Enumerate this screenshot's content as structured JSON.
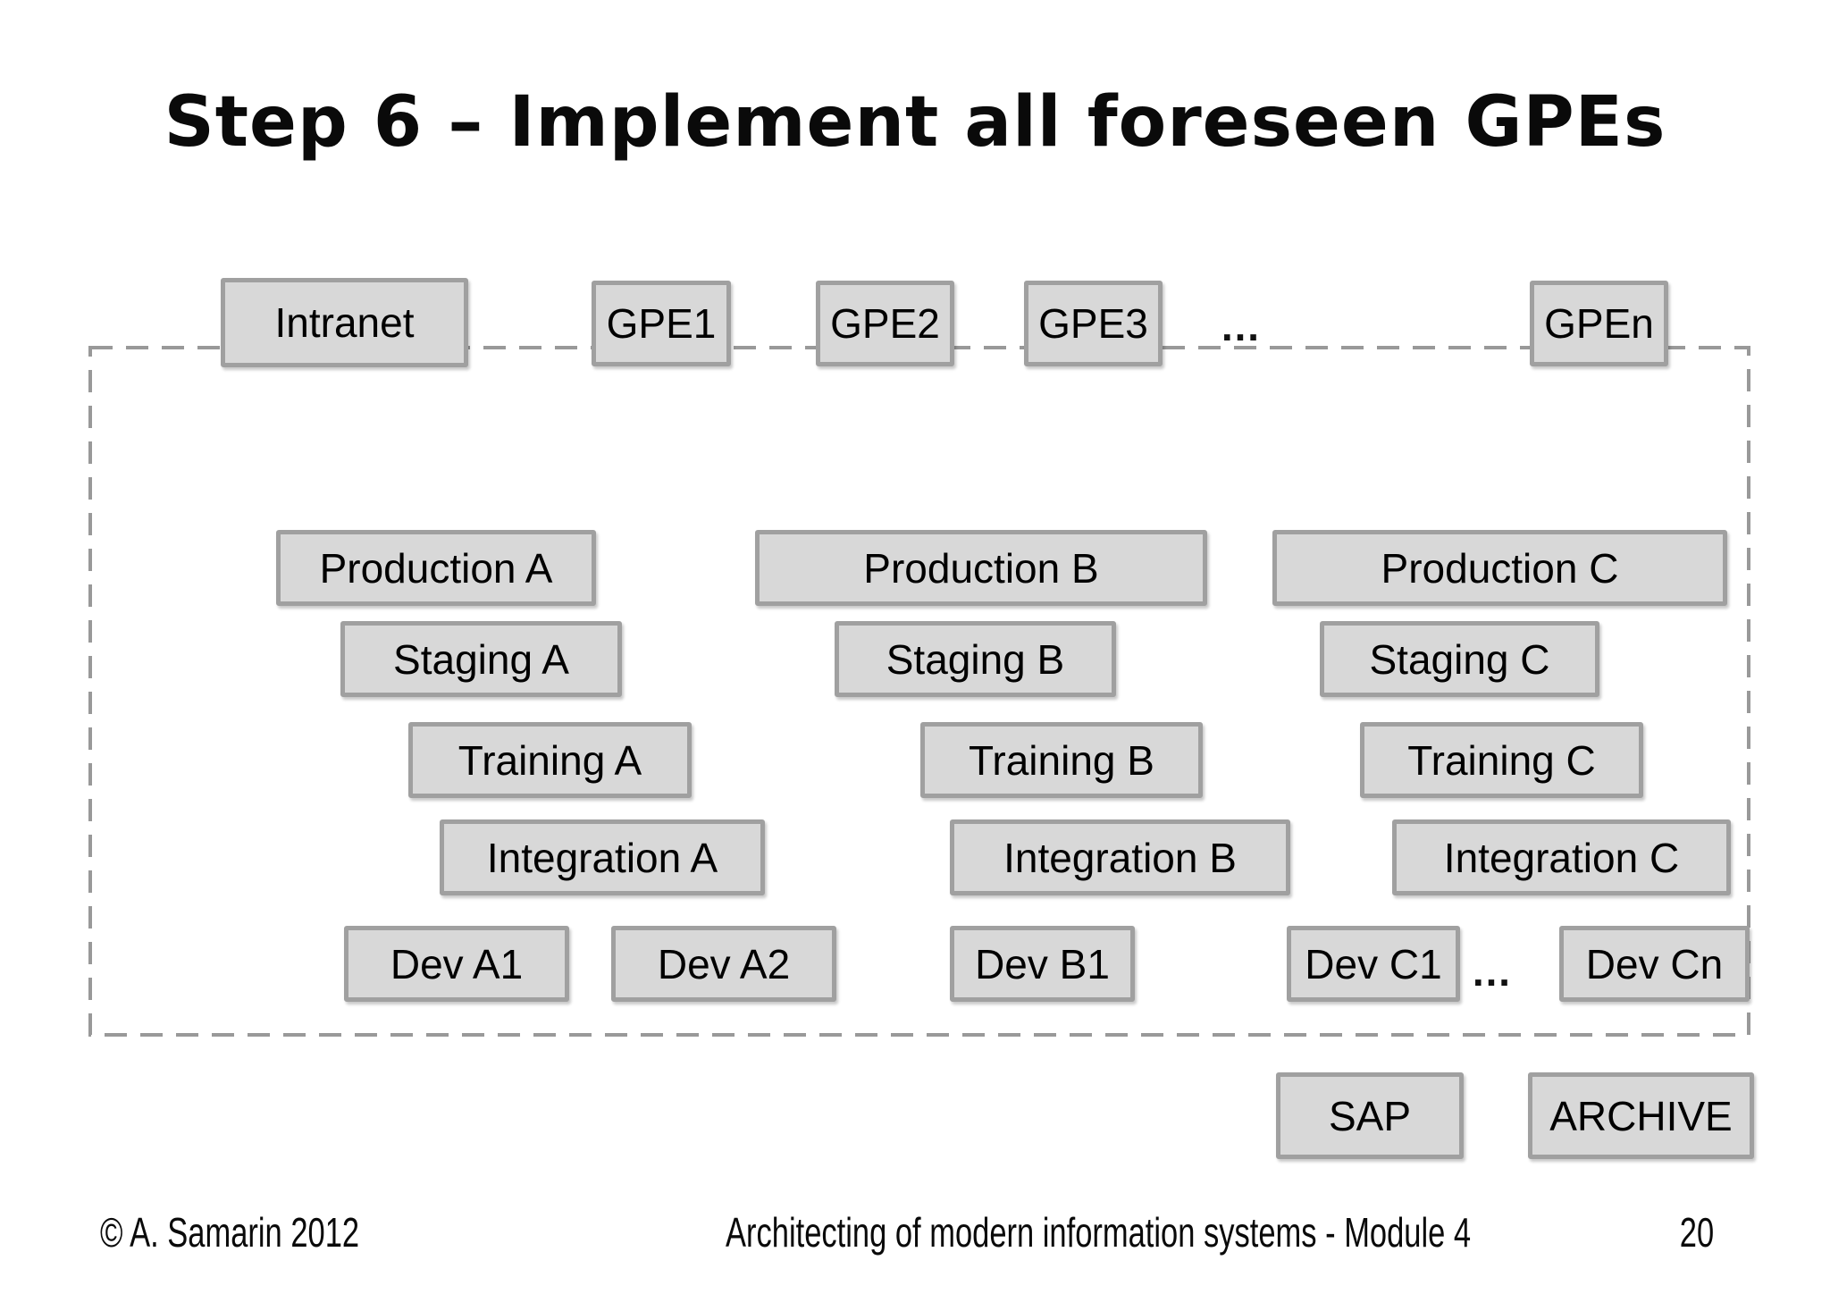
{
  "title": "Step 6 – Implement all foreseen GPEs",
  "colors": {
    "background": "#ffffff",
    "box_fill": "#d8d8d8",
    "box_border": "#a0a0a0",
    "dashed_boundary": "#999999",
    "text": "#000000"
  },
  "top_row": {
    "intranet": "Intranet",
    "gpe1": "GPE1",
    "gpe2": "GPE2",
    "gpe3": "GPE3",
    "ellipsis": "…",
    "gpen": "GPEn"
  },
  "environments": {
    "a": {
      "production": "Production A",
      "staging": "Staging A",
      "training": "Training A",
      "integration": "Integration A",
      "dev1": "Dev A1",
      "dev2": "Dev A2"
    },
    "b": {
      "production": "Production B",
      "staging": "Staging B",
      "training": "Training B",
      "integration": "Integration B",
      "dev1": "Dev B1"
    },
    "c": {
      "production": "Production C",
      "staging": "Staging C",
      "training": "Training C",
      "integration": "Integration C",
      "dev1": "Dev C1",
      "ellipsis": "…",
      "devn": "Dev Cn"
    }
  },
  "external": {
    "sap": "SAP",
    "archive": "ARCHIVE"
  },
  "footer": {
    "copyright": "© A. Samarin 2012",
    "center": "Architecting of modern information systems - Module 4",
    "page": "20"
  }
}
